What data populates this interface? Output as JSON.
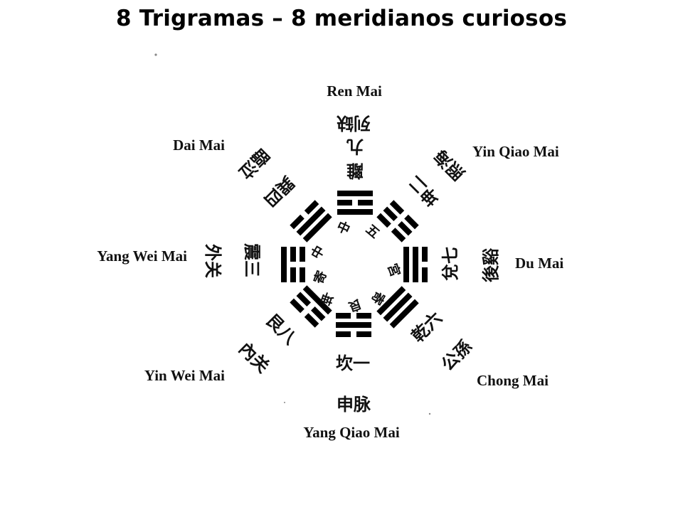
{
  "title": "8 Trigramas – 8 meridianos curiosos",
  "meridians": {
    "ren": "Ren Mai",
    "yin_qiao": "Yin Qiao Mai",
    "du": "Du Mai",
    "chong": "Chong Mai",
    "yang_qiao": "Yang Qiao Mai",
    "yin_wei": "Yin Wei Mai",
    "yang_wei": "Yang Wei Mai",
    "dai": "Dai Mai"
  },
  "outer_characters": {
    "north_1": "列缺",
    "north_2": "九",
    "north_3": "離",
    "northeast_1": "照海",
    "northeast_2": "坤二",
    "east_1": "兌七",
    "east_2": "後谿",
    "southeast_1": "乾六",
    "southeast_2": "公孫",
    "south_1": "坎一",
    "south_2": "申脉",
    "southwest_1": "艮八",
    "southwest_2": "內关",
    "west_1": "震三",
    "west_2": "外关",
    "northwest_1": "巽四",
    "northwest_2": "臨泣"
  },
  "inner_characters": {
    "n": "中",
    "ne": "五",
    "e": "宮",
    "se": "寄",
    "s": "良",
    "sw": "坤",
    "w": "中",
    "nw": "寄"
  }
}
